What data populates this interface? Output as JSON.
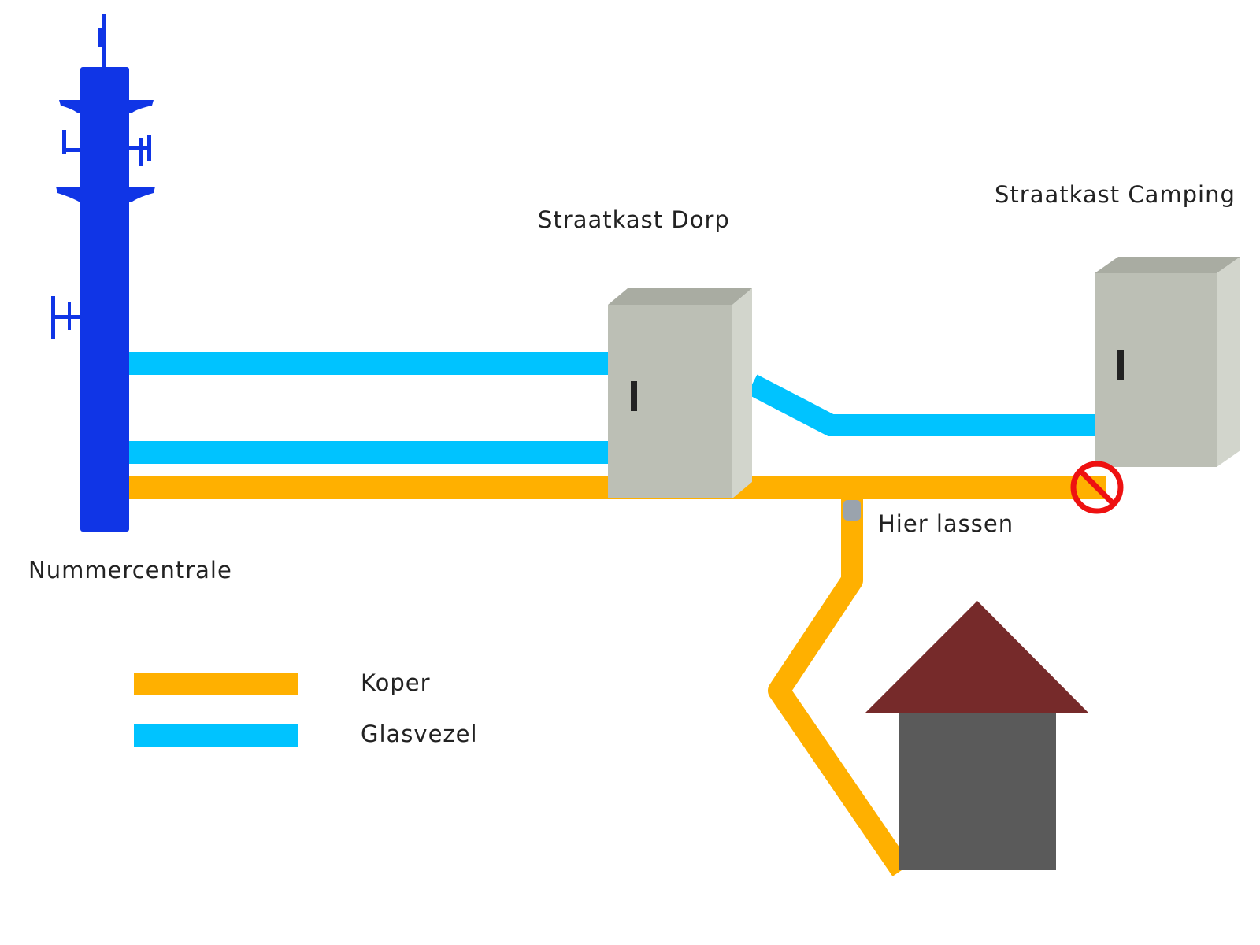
{
  "labels": {
    "exchange": "Nummercentrale",
    "cabinet_village": "Straatkast Dorp",
    "cabinet_camping": "Straatkast Camping",
    "splice_point": "Hier lassen"
  },
  "legend": {
    "items": [
      {
        "label": "Koper",
        "color": "#ffb000"
      },
      {
        "label": "Glasvezel",
        "color": "#00c3ff"
      }
    ]
  },
  "colors": {
    "copper": "#ffb000",
    "fiber": "#00c3ff",
    "tower": "#1035e6",
    "cabinet_front": "#bcbfb5",
    "cabinet_side": "#d2d5cc",
    "cabinet_top": "#a9aca2",
    "house_roof": "#762a2a",
    "house_wall": "#5a5a5a",
    "no_entry": "#ee1111"
  },
  "icons": {
    "blocked": "no-entry-icon",
    "exchange": "telecom-tower-icon",
    "home": "house-icon",
    "cabinet": "street-cabinet-icon"
  }
}
